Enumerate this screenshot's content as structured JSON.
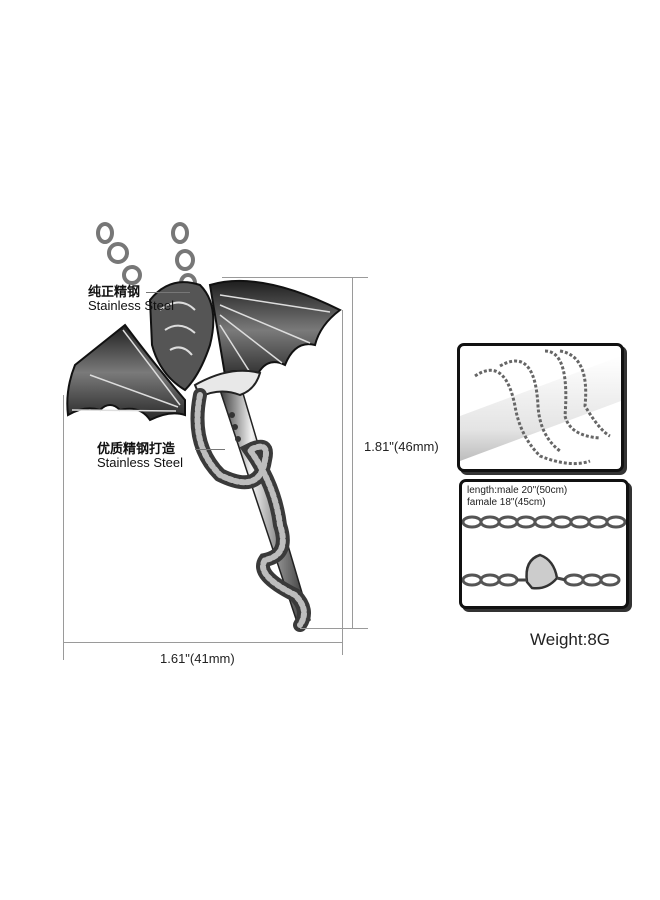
{
  "product": {
    "type": "dragon sword pendant necklace",
    "material_callouts": [
      {
        "cn": "纯正精钢",
        "en": "Stainless Steel"
      },
      {
        "cn": "优质精钢打造",
        "en": "Stainless Steel"
      }
    ],
    "dimensions": {
      "height": "1.81\"(46mm)",
      "width": "1.61\"(41mm)"
    },
    "chain_info": {
      "line1": "length:male 20\"(50cm)",
      "line2": "famale 18\"(45cm)"
    },
    "weight": "Weight:8G"
  },
  "colors": {
    "background": "#ffffff",
    "metal_light": "#e6e6e6",
    "metal_dark": "#2a2a2a",
    "dimension_line": "#9a9a9a",
    "frame_border": "#111111"
  }
}
